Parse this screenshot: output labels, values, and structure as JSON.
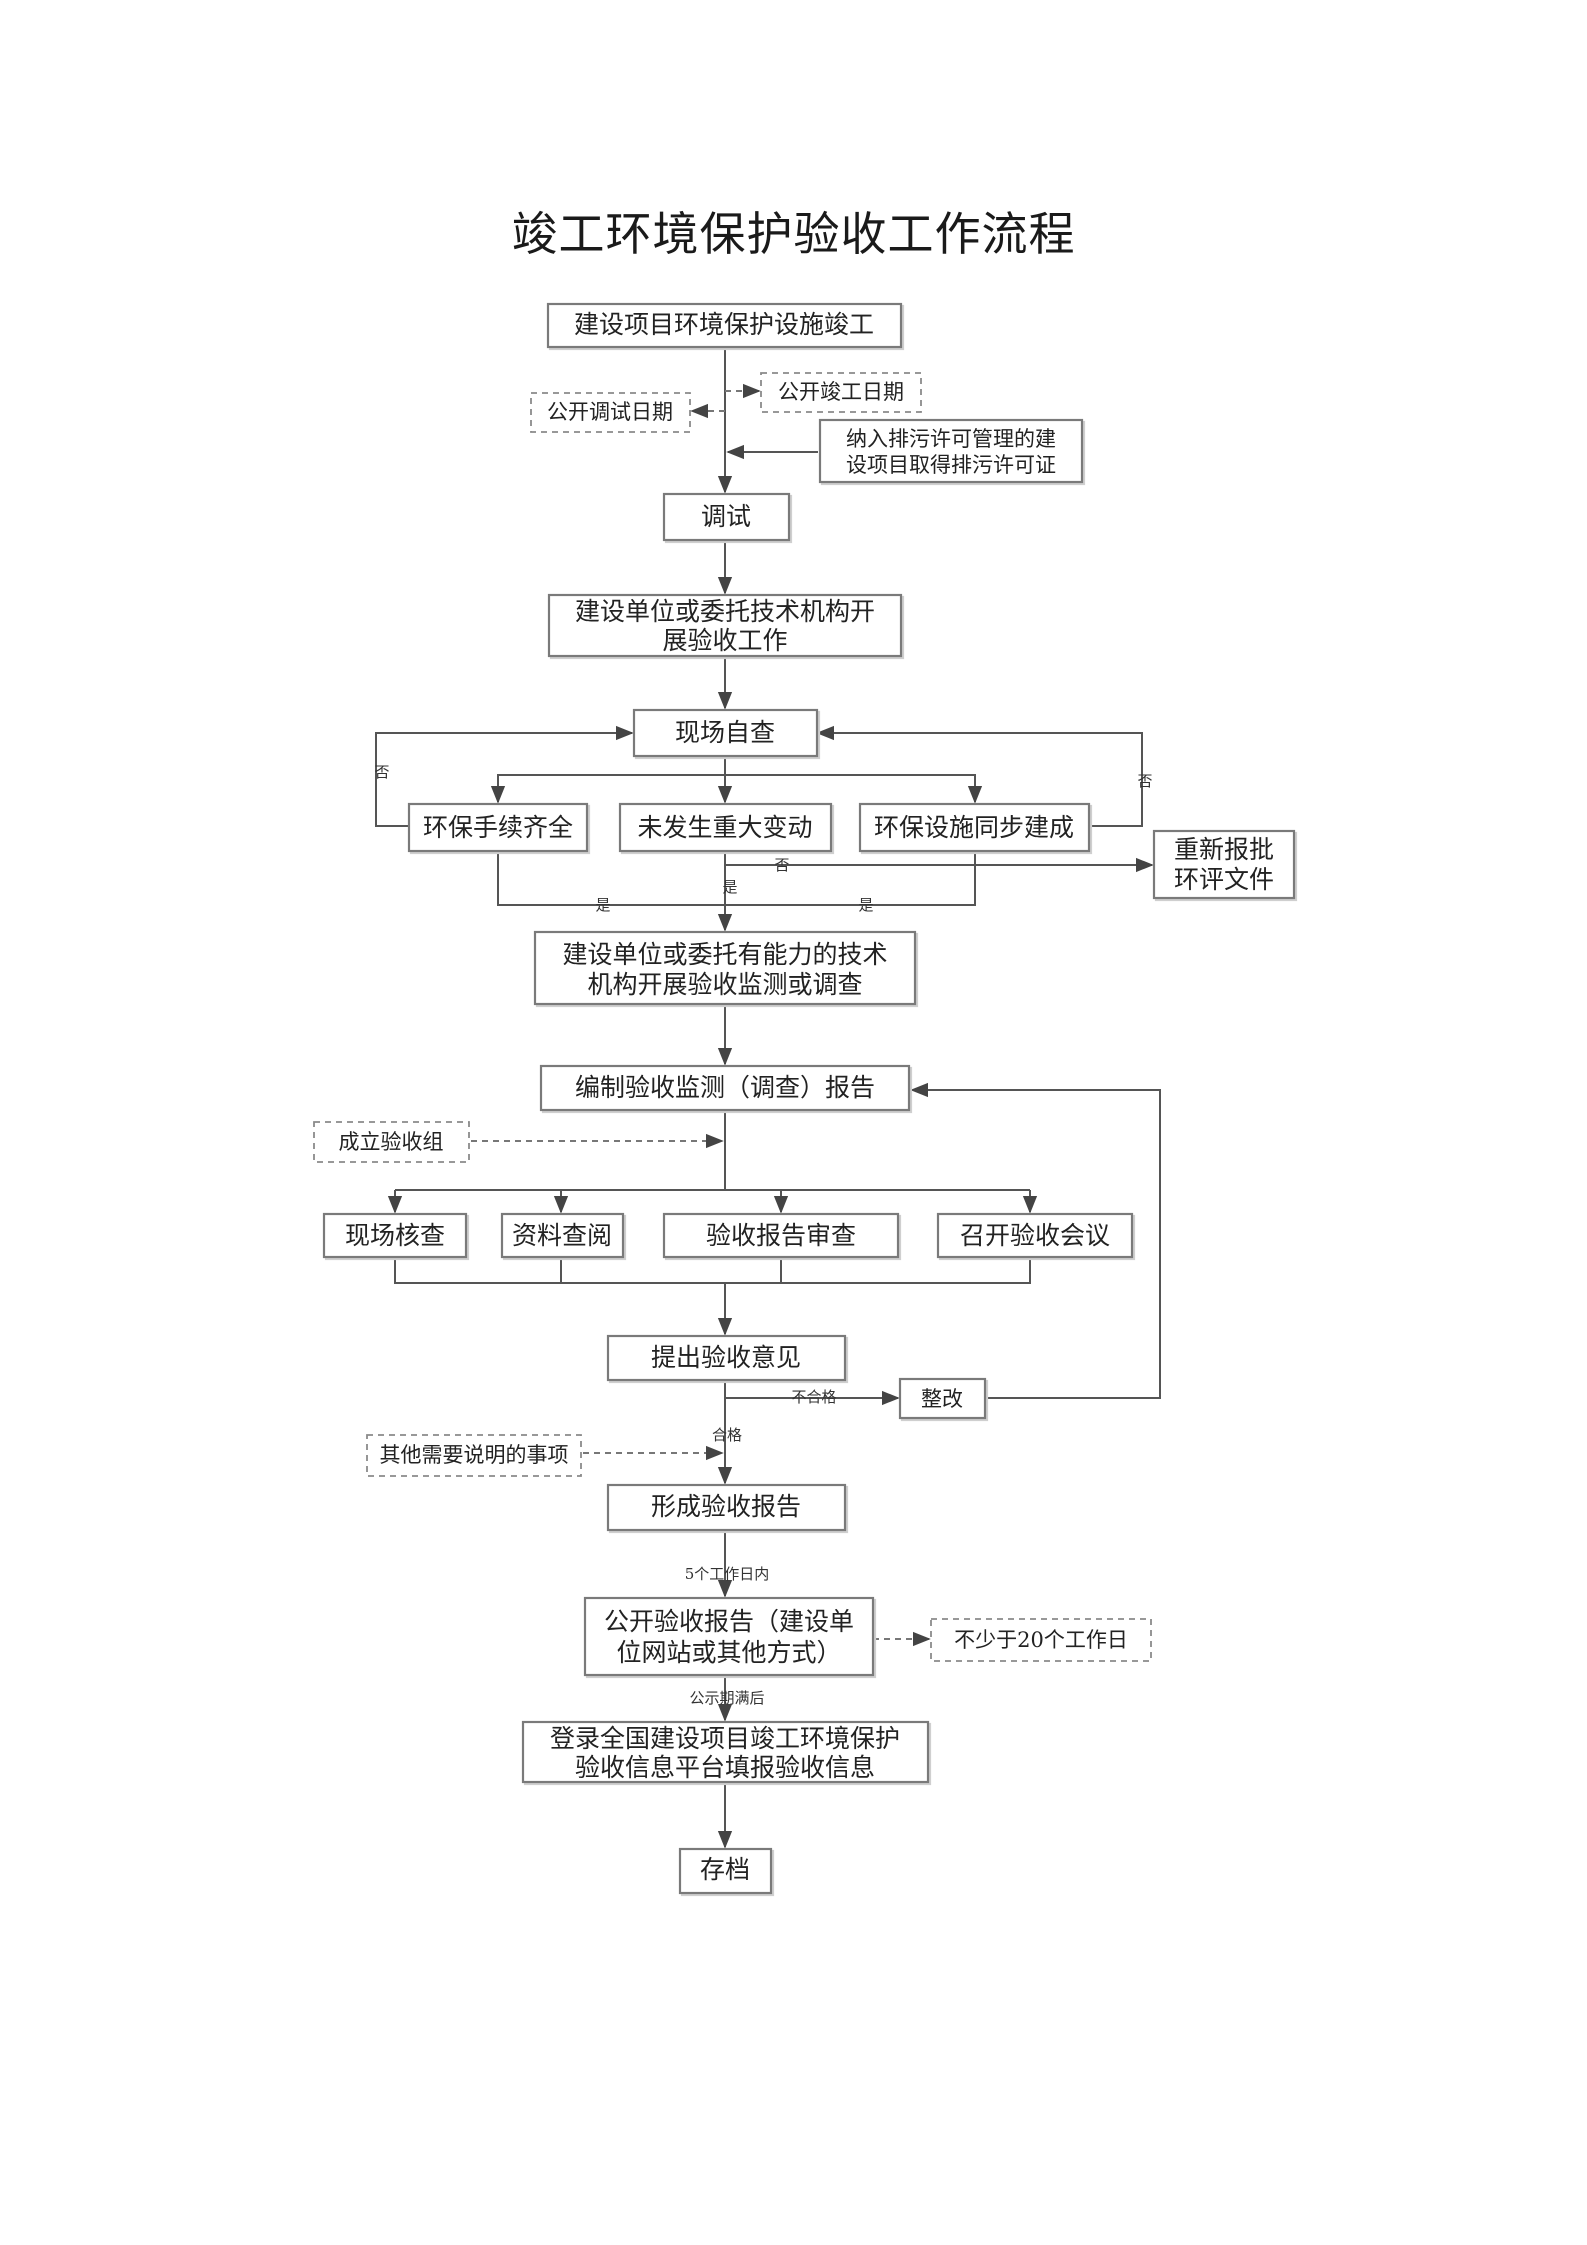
{
  "title": "竣工环境保护验收工作流程",
  "nodes": {
    "completion": "建设项目环境保护设施竣工",
    "publish_completion_date": "公开竣工日期",
    "publish_debug_date": "公开调试日期",
    "permit_line1": "纳入排污许可管理的建",
    "permit_line2": "设项目取得排污许可证",
    "debug": "调试",
    "start_line1": "建设单位或委托技术机构开",
    "start_line2": "展验收工作",
    "self_check": "现场自查",
    "procedures": "环保手续齐全",
    "no_change": "未发生重大变动",
    "sync_build": "环保设施同步建成",
    "reapprove_line1": "重新报批",
    "reapprove_line2": "环评文件",
    "monitor_line1": "建设单位或委托有能力的技术",
    "monitor_line2": "机构开展验收监测或调查",
    "compile_report": "编制验收监测（调查）报告",
    "form_group": "成立验收组",
    "site_verify": "现场核查",
    "doc_review": "资料查阅",
    "report_review": "验收报告审查",
    "meeting": "召开验收会议",
    "opinion": "提出验收意见",
    "rectify": "整改",
    "other_items": "其他需要说明的事项",
    "form_report": "形成验收报告",
    "publish_line1": "公开验收报告（建设单",
    "publish_line2": "位网站或其他方式）",
    "min_days": "不少于20个工作日",
    "register_line1": "登录全国建设项目竣工环境保护",
    "register_line2": "验收信息平台填报验收信息",
    "archive": "存档"
  },
  "edge_labels": {
    "no_left": "否",
    "no_right": "否",
    "no_middle": "否",
    "yes_left": "是",
    "yes_middle": "是",
    "yes_right": "是",
    "fail": "不合格",
    "pass": "合格",
    "within_5_days": "5个工作日内",
    "after_notice": "公示期满后"
  }
}
